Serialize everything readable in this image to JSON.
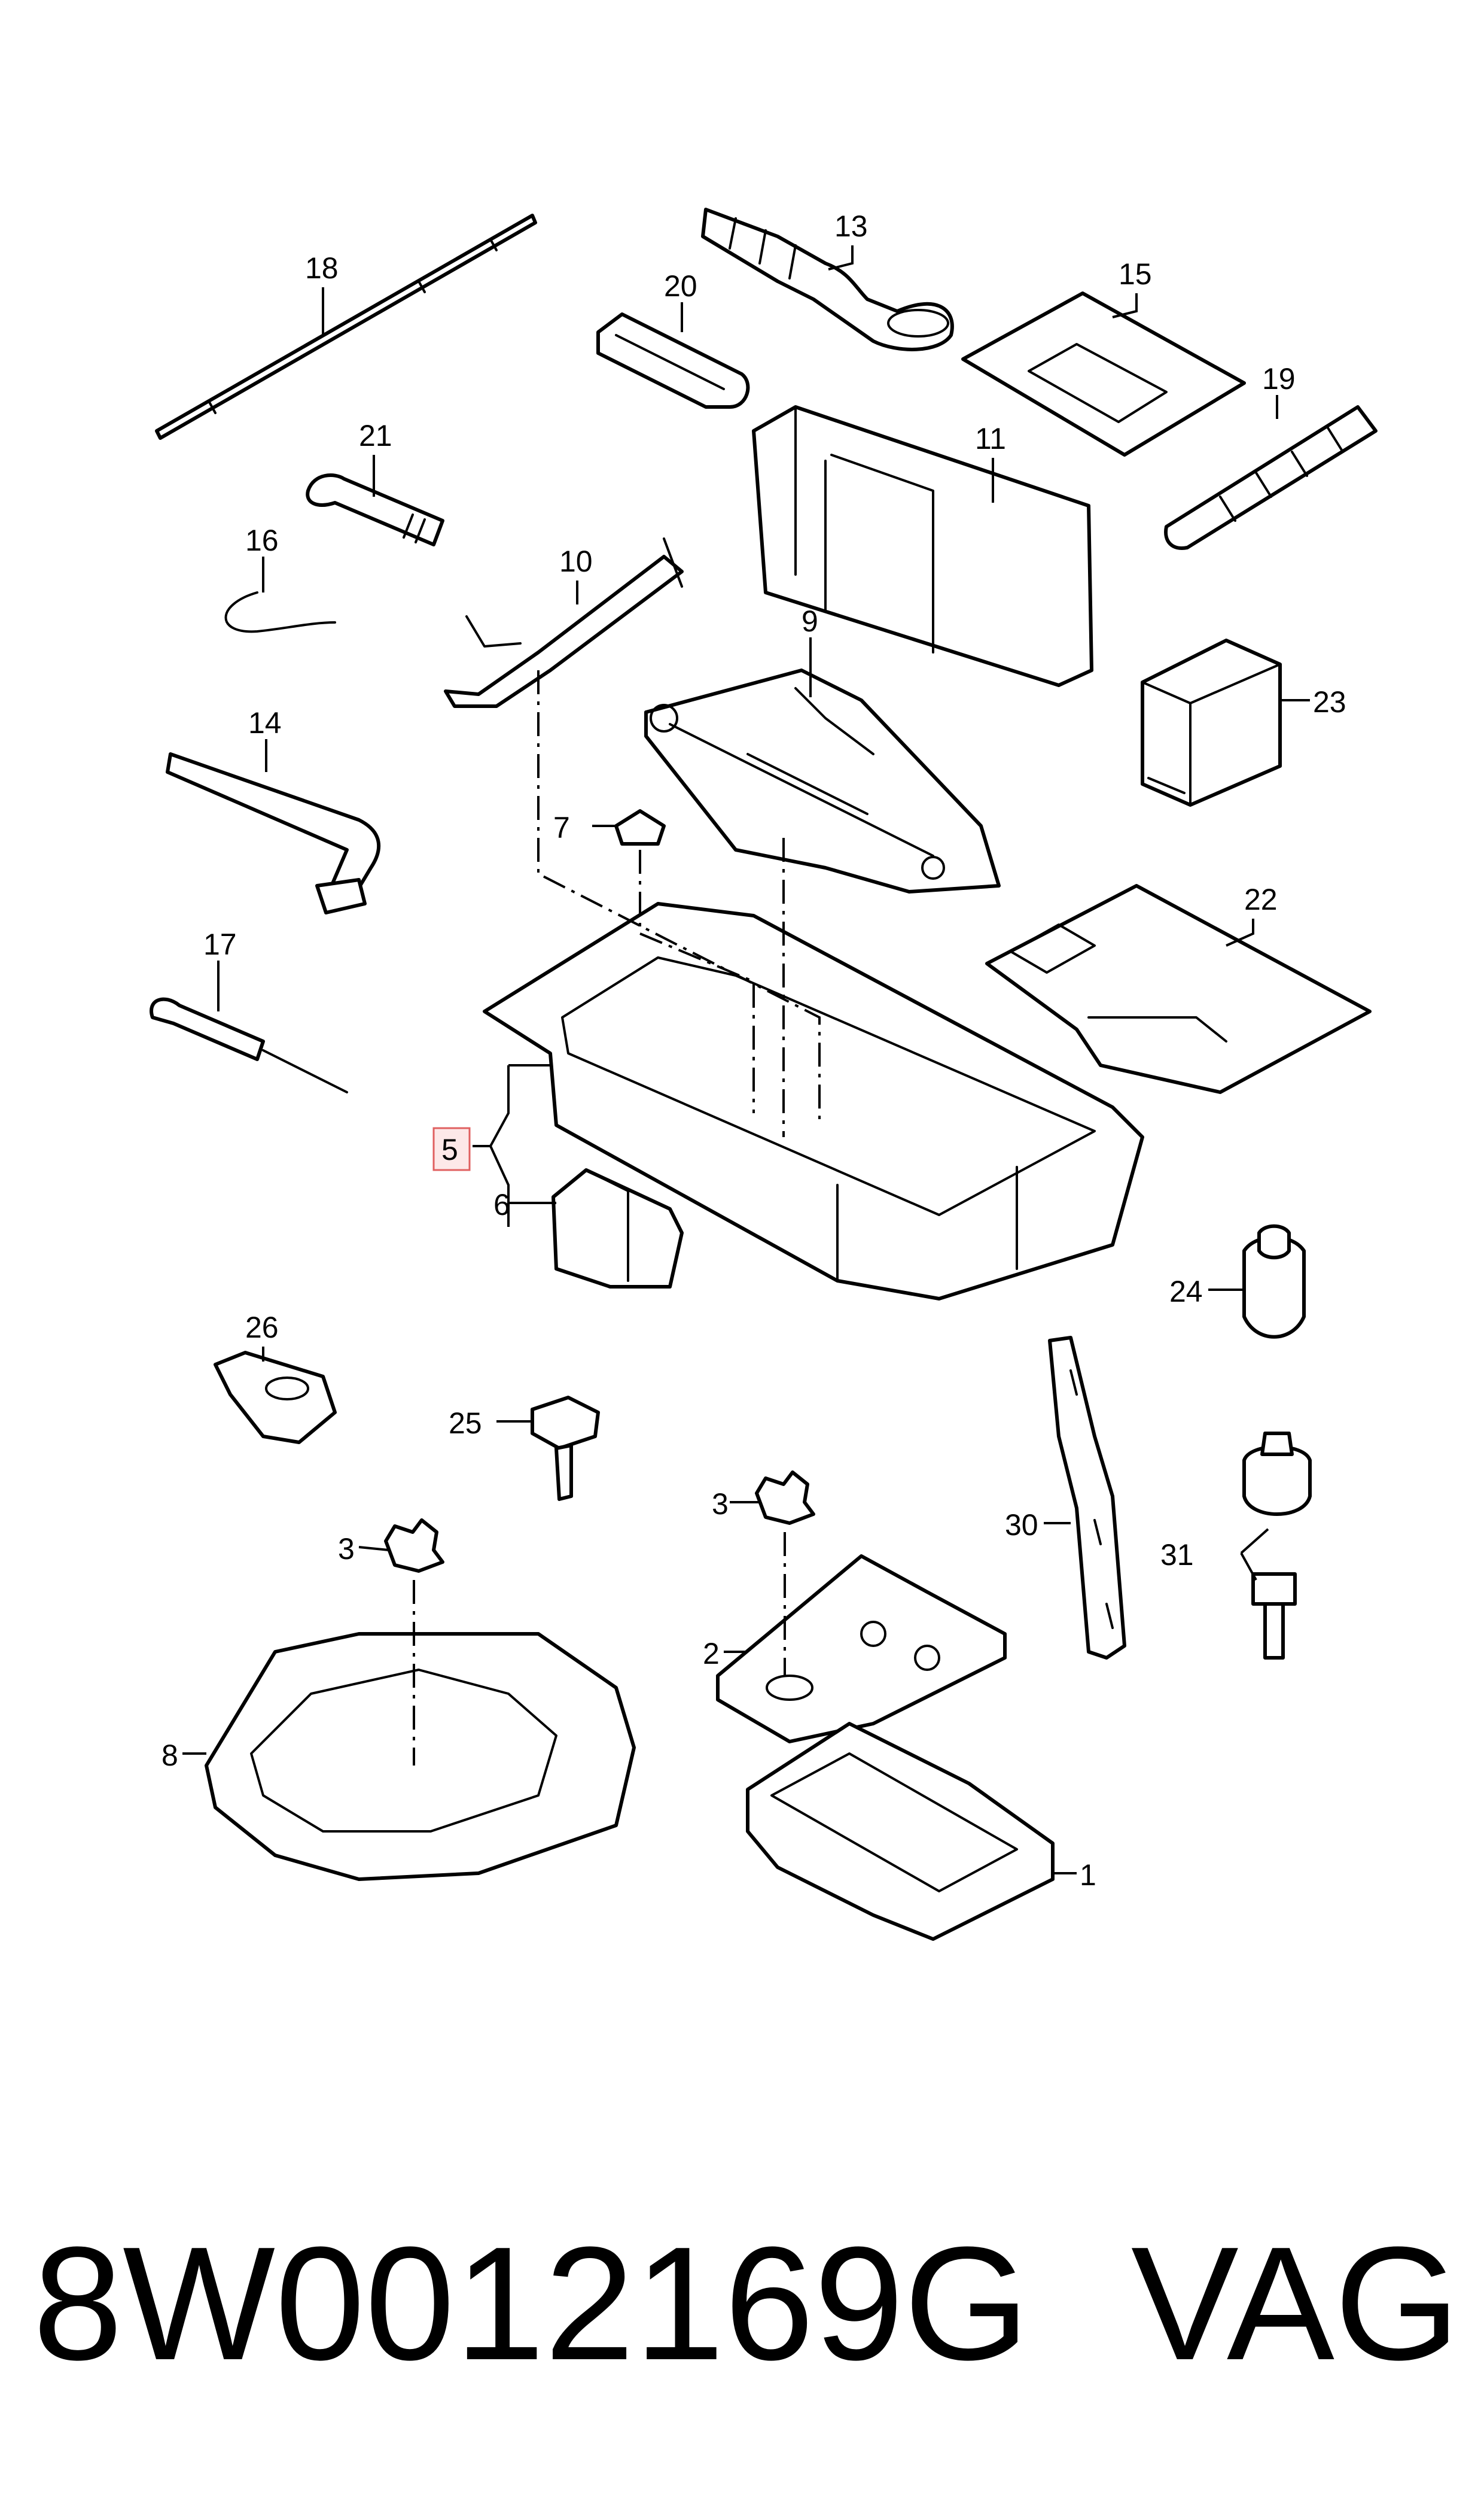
{
  "diagram": {
    "callouts": {
      "c1": "1",
      "c2": "2",
      "c3a": "3",
      "c3b": "3",
      "c5": "5",
      "c6": "6",
      "c7": "7",
      "c8": "8",
      "c9": "9",
      "c10": "10",
      "c11": "11",
      "c13": "13",
      "c14": "14",
      "c15": "15",
      "c16": "16",
      "c17": "17",
      "c18": "18",
      "c19": "19",
      "c20": "20",
      "c21": "21",
      "c22": "22",
      "c23": "23",
      "c24": "24",
      "c25": "25",
      "c26": "26",
      "c30": "30",
      "c31": "31"
    }
  },
  "caption": {
    "part_number": "8W0012169G",
    "brand": "VAG"
  },
  "colors": {
    "line": "#000000",
    "background": "#ffffff",
    "highlight_fill": "#fde8e8",
    "highlight_stroke": "#e06060"
  }
}
